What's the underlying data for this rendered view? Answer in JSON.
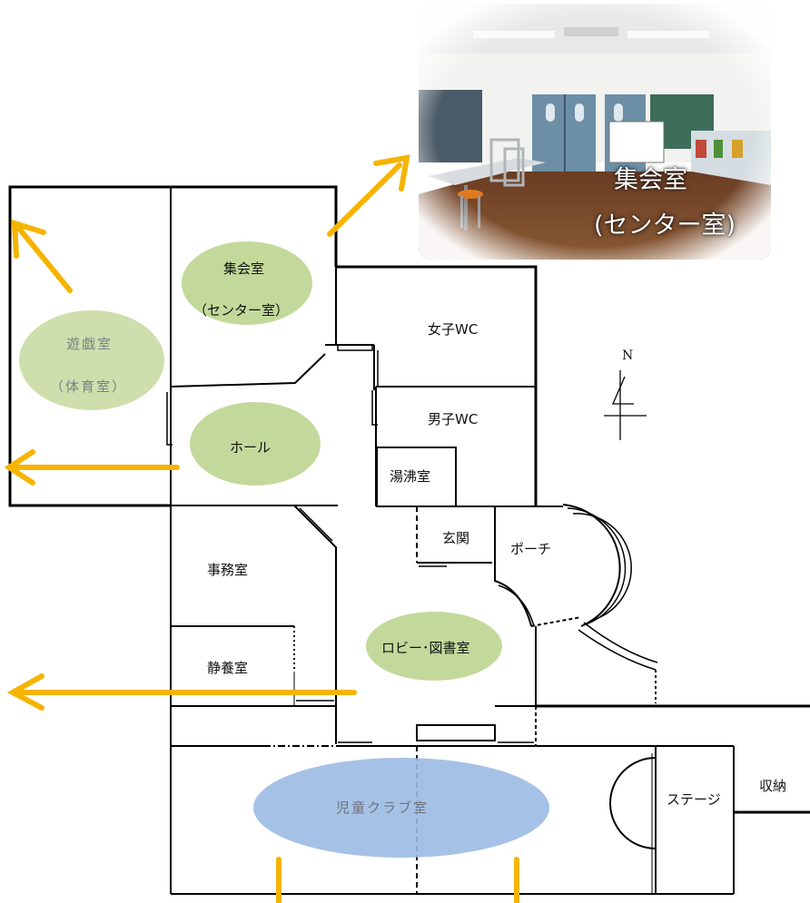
{
  "photo": {
    "caption_line1": "集会室",
    "caption_line2": "(センター室)"
  },
  "rooms": {
    "assembly": {
      "line1": "集会室",
      "line2": "（センター室）"
    },
    "playroom": {
      "line1": "遊戯室",
      "line2": "（体育室）"
    },
    "hall": "ホール",
    "womens_wc": "女子WC",
    "mens_wc": "男子WC",
    "kettle_room": "湯沸室",
    "entrance": "玄関",
    "porch": "ポーチ",
    "office": "事務室",
    "rest_room": "静養室",
    "lobby_library": "ロビー･図書室",
    "kids_club": "児童クラブ室",
    "stage": "ステージ",
    "storage": "収納"
  },
  "compass": {
    "north_label": "N"
  },
  "colors": {
    "arrow": "#f5b400",
    "room_highlight_green": "#b9d28a",
    "room_highlight_blue": "#9bbbe3",
    "wall": "#000000"
  }
}
